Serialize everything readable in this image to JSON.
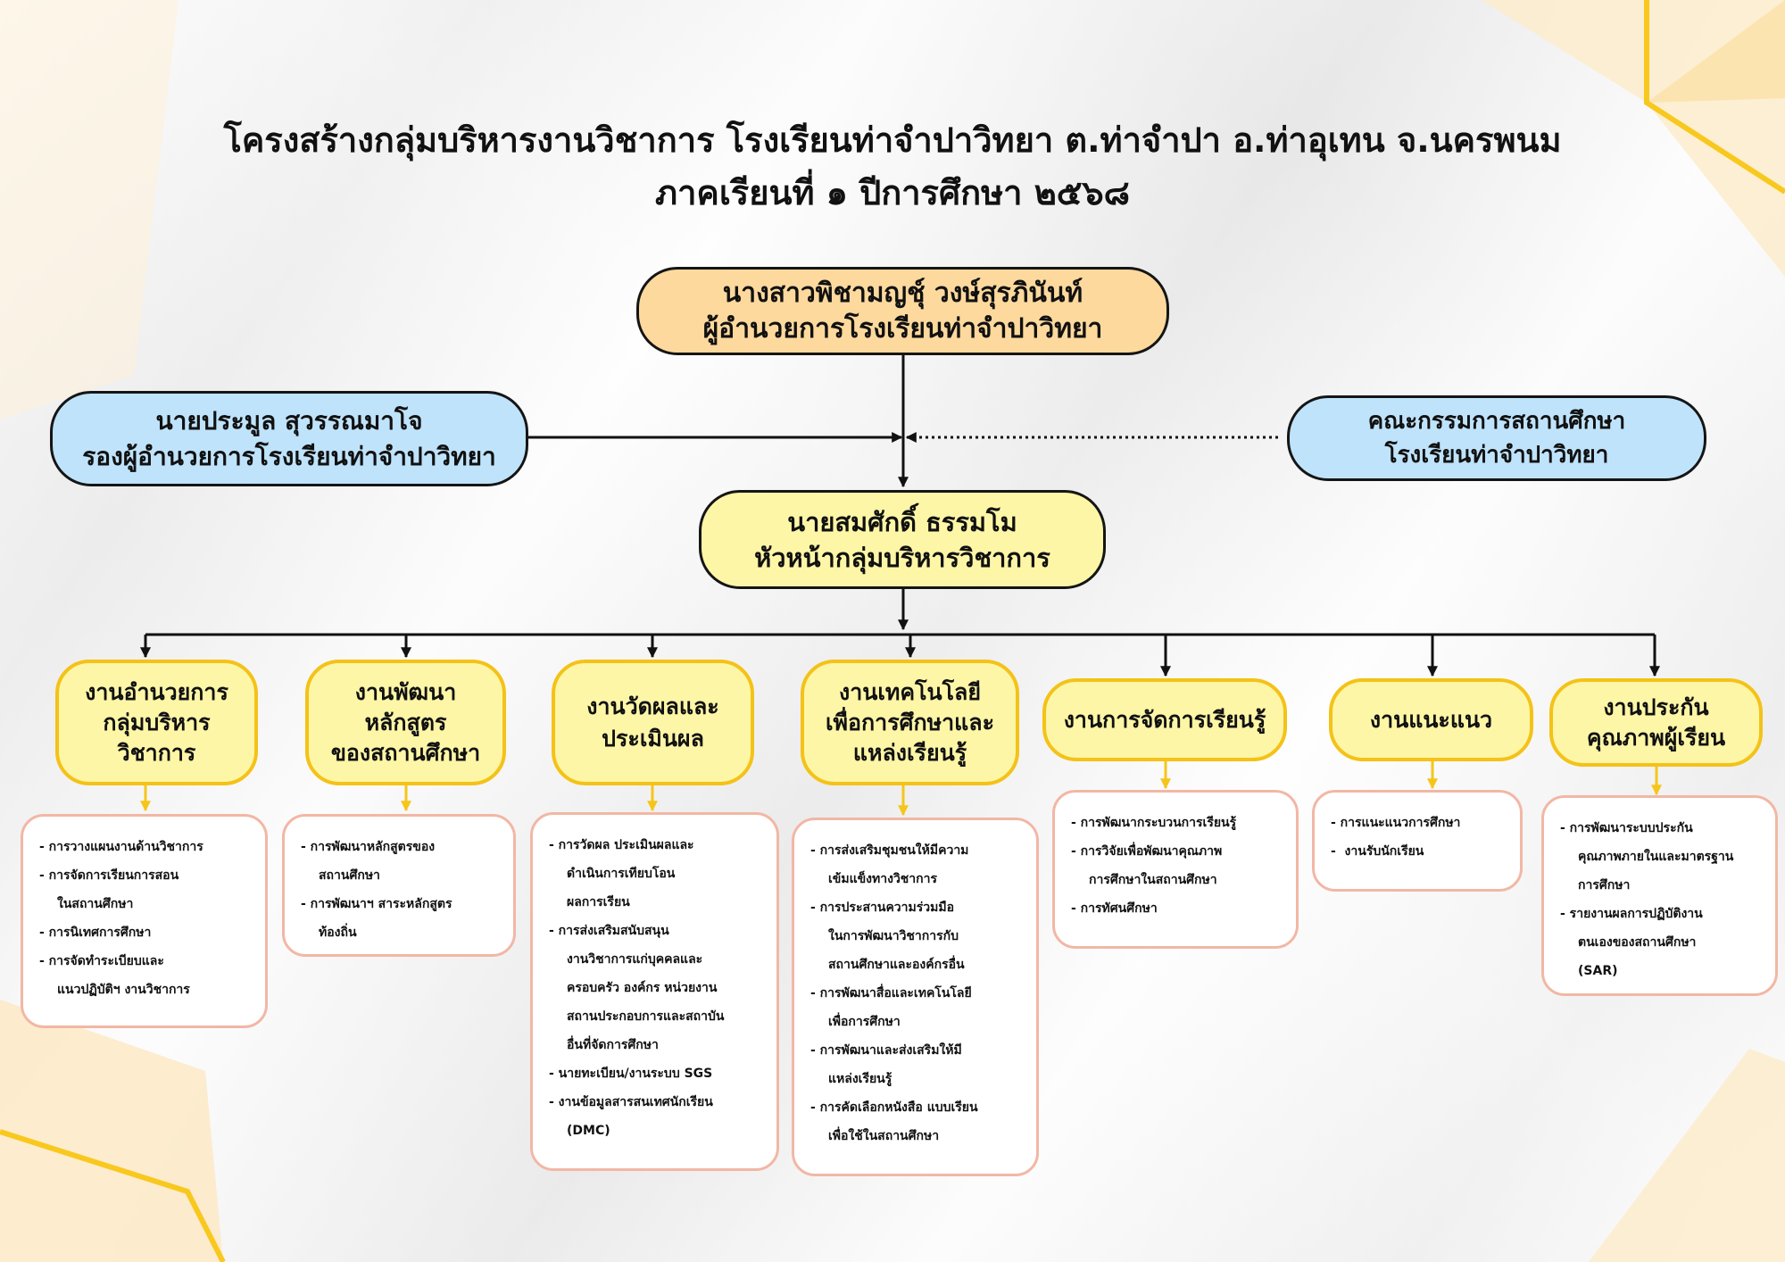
{
  "title": {
    "line1": "โครงสร้างกลุ่มบริหารงานวิชาการ โรงเรียนท่าจำปาวิทยา ต.ท่าจำปา อ.ท่าอุเทน จ.นครพนม",
    "line2": "ภาคเรียนที่ ๑ ปีการศึกษา ๒๕๖๘"
  },
  "director": {
    "name": "นางสาวพิชามญชุ์ วงษ์สุรภินันท์",
    "role": "ผู้อำนวยการโรงเรียนท่าจำปาวิทยา"
  },
  "deputy": {
    "name": "นายประมูล สุวรรณมาโจ",
    "role": "รองผู้อำนวยการโรงเรียนท่าจำปาวิทยา"
  },
  "committee": {
    "line1": "คณะกรรมการสถานศึกษา",
    "line2": "โรงเรียนท่าจำปาวิทยา"
  },
  "head": {
    "name": "นายสมศักดิ์  ธรรมโม",
    "role": "หัวหน้ากลุ่มบริหารวิชาการ"
  },
  "units": [
    {
      "title": [
        "งานอำนวยการ",
        "กลุ่มบริหาร",
        "วิชาการ"
      ],
      "items": [
        "- การวางแผนงานด้านวิชาการ",
        "- การจัดการเรียนการสอน\nในสถานศึกษา",
        "- การนิเทศการศึกษา",
        "- การจัดทำระเบียบและ\nแนวปฏิบัติฯ งานวิชาการ"
      ]
    },
    {
      "title": [
        "งานพัฒนา",
        "หลักสูตร",
        "ของสถานศึกษา"
      ],
      "items": [
        "- การพัฒนาหลักสูตรของ\nสถานศึกษา",
        "- การพัฒนาฯ สาระหลักสูตร\nท้องถิ่น"
      ]
    },
    {
      "title": [
        "งานวัดผลและ",
        "ประเมินผล"
      ],
      "items": [
        "- การวัดผล ประเมินผลและ\nดำเนินการเทียบโอน\nผลการเรียน",
        "- การส่งเสริมสนับสนุน\nงานวิชาการแก่บุคคลและ\nครอบครัว องค์กร หน่วยงาน\nสถานประกอบการและสถาบัน\nอื่นที่จัดการศึกษา",
        "- นายทะเบียน/งานระบบ SGS",
        "- งานข้อมูลสารสนเทศนักเรียน\n(DMC)"
      ]
    },
    {
      "title": [
        "งานเทคโนโลยี",
        "เพื่อการศึกษาและ",
        "แหล่งเรียนรู้"
      ],
      "items": [
        "- การส่งเสริมชุมชนให้มีความ\nเข้มแข็งทางวิชาการ",
        "- การประสานความร่วมมือ\nในการพัฒนาวิชาการกับ\nสถานศึกษาและองค์กรอื่น",
        "- การพัฒนาสื่อและเทคโนโลยี\nเพื่อการศึกษา",
        "- การพัฒนาและส่งเสริมให้มี\nแหล่งเรียนรู้",
        "- การคัดเลือกหนังสือ แบบเรียน\nเพื่อใช้ในสถานศึกษา"
      ]
    },
    {
      "title": [
        "งานการจัดการเรียนรู้"
      ],
      "items": [
        "- การพัฒนากระบวนการเรียนรู้",
        "- การวิจัยเพื่อพัฒนาคุณภาพ\nการศึกษาในสถานศึกษา",
        "- การทัศนศึกษา"
      ]
    },
    {
      "title": [
        "งานแนะแนว"
      ],
      "items": [
        "- การแนะแนวการศึกษา",
        "-  งานรับนักเรียน"
      ]
    },
    {
      "title": [
        "งานประกัน",
        "คุณภาพผู้เรียน"
      ],
      "items": [
        "- การพัฒนาระบบประกัน\nคุณภาพภายในและมาตรฐาน\nการศึกษา",
        "- รายงานผลการปฏิบัติงาน\nตนเองของสถานศึกษา\n(SAR)"
      ]
    }
  ],
  "colors": {
    "orange_box": "#fdd99d",
    "blue_box": "#bfe3fb",
    "yellow_box": "#fdf6a6",
    "yellow_border": "#f4c218",
    "list_border": "#f2b7a5",
    "accent_line": "#f8c81e"
  }
}
